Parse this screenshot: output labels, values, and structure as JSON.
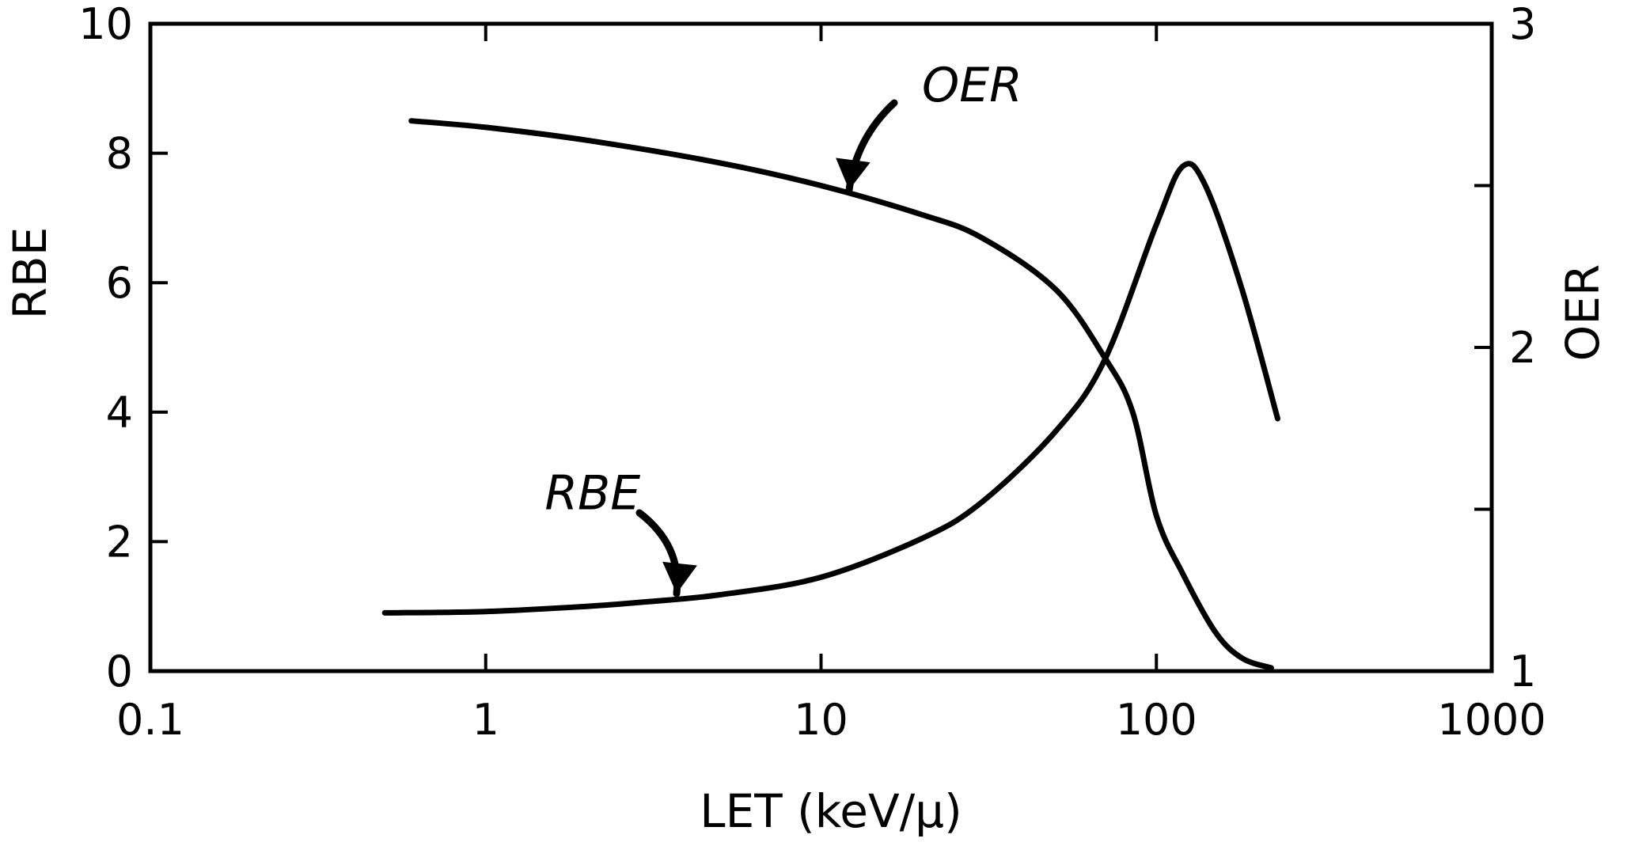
{
  "chart_data": {
    "type": "line",
    "xlabel": "LET (keV/μ)",
    "ylabel": "RBE",
    "y2label": "OER",
    "x_scale": "log",
    "xlim": [
      0.1,
      1000
    ],
    "ylim": [
      0,
      10
    ],
    "y2lim": [
      1,
      3
    ],
    "x_ticks": [
      0.1,
      1,
      10,
      100,
      1000
    ],
    "x_tick_labels": [
      "0.1",
      "1",
      "10",
      "100",
      "1000"
    ],
    "y_ticks": [
      0,
      2,
      4,
      6,
      8,
      10
    ],
    "y_tick_labels": [
      "0",
      "2",
      "4",
      "6",
      "8",
      "10"
    ],
    "y2_ticks": [
      1,
      1.5,
      2,
      2.5,
      3
    ],
    "y2_tick_labels": [
      "1",
      "",
      "2",
      "",
      "3"
    ],
    "grid": false,
    "series": [
      {
        "name": "RBE",
        "axis": "left",
        "x": [
          0.5,
          1,
          2,
          3,
          5,
          10,
          20,
          30,
          50,
          70,
          100,
          120,
          140,
          180,
          230
        ],
        "y": [
          0.9,
          0.92,
          1.0,
          1.07,
          1.18,
          1.45,
          2.05,
          2.6,
          3.7,
          4.8,
          6.9,
          7.8,
          7.5,
          5.9,
          3.9
        ]
      },
      {
        "name": "OER",
        "axis": "right",
        "x": [
          0.6,
          1,
          2,
          5,
          10,
          20,
          30,
          50,
          70,
          85,
          100,
          120,
          150,
          180,
          220
        ],
        "y": [
          2.7,
          2.68,
          2.64,
          2.57,
          2.5,
          2.41,
          2.34,
          2.18,
          1.97,
          1.8,
          1.48,
          1.3,
          1.12,
          1.04,
          1.01
        ]
      }
    ],
    "annotations": [
      {
        "text": "OER",
        "x": 20,
        "y": 8.8
      },
      {
        "text": "RBE",
        "x": 1.5,
        "y": 2.5
      }
    ]
  }
}
